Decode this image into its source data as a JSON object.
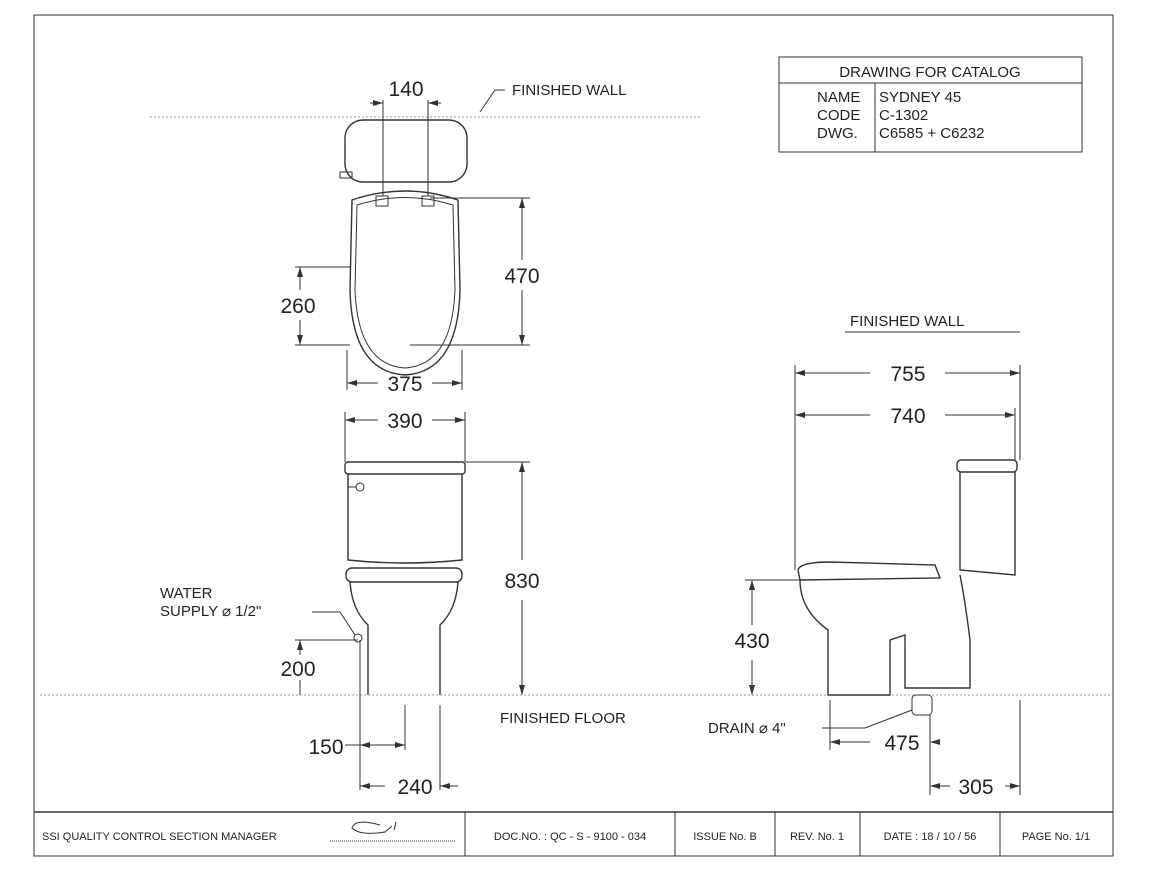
{
  "title_block": {
    "heading": "DRAWING FOR CATALOG",
    "rows": [
      {
        "label": "NAME",
        "value": "SYDNEY 45"
      },
      {
        "label": "CODE",
        "value": "C-1302"
      },
      {
        "label": "DWG.",
        "value": "C6585 + C6232"
      }
    ]
  },
  "annotations": {
    "finished_wall_top": "FINISHED WALL",
    "finished_wall_side": "FINISHED WALL",
    "finished_floor": "FINISHED FLOOR",
    "water_supply_1": "WATER",
    "water_supply_2": "SUPPLY  ⌀ 1/2\"",
    "drain": "DRAIN ⌀ 4\""
  },
  "dimensions": {
    "top_140": "140",
    "top_470": "470",
    "top_260": "260",
    "top_375": "375",
    "front_390": "390",
    "front_830": "830",
    "front_200": "200",
    "front_150": "150",
    "front_240": "240",
    "side_755": "755",
    "side_740": "740",
    "side_430": "430",
    "side_475": "475",
    "side_305": "305"
  },
  "footer": {
    "manager": "SSI  QUALITY CONTROL SECTION MANAGER",
    "doc_no": "DOC.NO. : QC - S - 9100 - 034",
    "issue": "ISSUE No. B",
    "rev": "REV. No. 1",
    "date": "DATE : 18 / 10 / 56",
    "page": "PAGE No. 1/1"
  }
}
